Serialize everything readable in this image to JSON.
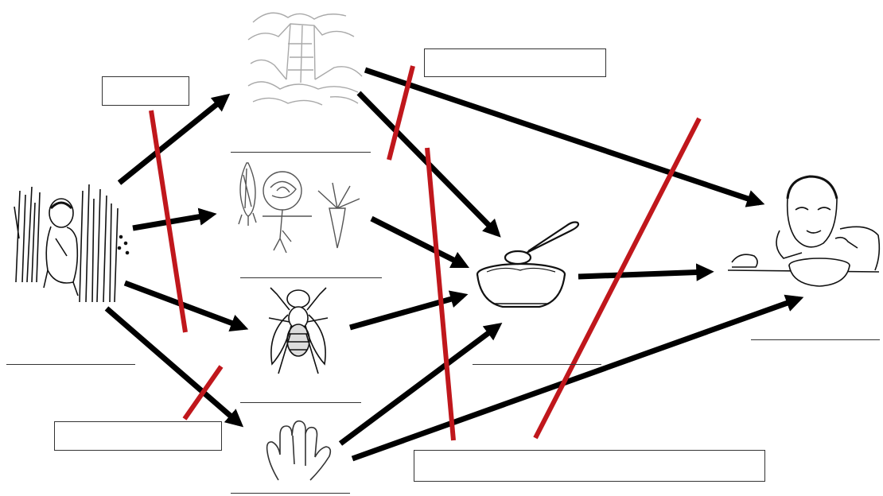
{
  "diagram": {
    "type": "f-diagram-transmission-routes",
    "nodes": [
      {
        "id": "person-defecating",
        "icon": "person-defecating-in-field-icon"
      },
      {
        "id": "water",
        "icon": "water-source-waterfall-icon"
      },
      {
        "id": "crops",
        "icon": "vegetables-crops-icon"
      },
      {
        "id": "flies",
        "icon": "housefly-icon"
      },
      {
        "id": "hands",
        "icon": "hand-icon"
      },
      {
        "id": "food",
        "icon": "food-bowl-spoon-icon"
      },
      {
        "id": "new-host",
        "icon": "child-eating-icon"
      }
    ],
    "routes": [
      {
        "from": "person-defecating",
        "to": "water"
      },
      {
        "from": "person-defecating",
        "to": "crops"
      },
      {
        "from": "person-defecating",
        "to": "flies"
      },
      {
        "from": "person-defecating",
        "to": "hands"
      },
      {
        "from": "water",
        "to": "new-host"
      },
      {
        "from": "water",
        "to": "food"
      },
      {
        "from": "crops",
        "to": "food"
      },
      {
        "from": "flies",
        "to": "food"
      },
      {
        "from": "hands",
        "to": "food"
      },
      {
        "from": "hands",
        "to": "new-host"
      },
      {
        "from": "food",
        "to": "new-host"
      }
    ],
    "barrier_color": "#c0171c",
    "arrow_color": "#000000",
    "answer_boxes": [
      {
        "id": "box-1",
        "text": ""
      },
      {
        "id": "box-2",
        "text": ""
      },
      {
        "id": "box-3",
        "text": ""
      },
      {
        "id": "box-4",
        "text": ""
      }
    ],
    "answer_lines": [
      {
        "id": "line-person",
        "text": ""
      },
      {
        "id": "line-crops",
        "text": ""
      },
      {
        "id": "line-flies",
        "text": ""
      },
      {
        "id": "line-hands",
        "text": ""
      },
      {
        "id": "line-food",
        "text": ""
      },
      {
        "id": "line-new-host",
        "text": ""
      },
      {
        "id": "line-water",
        "text": ""
      }
    ]
  }
}
